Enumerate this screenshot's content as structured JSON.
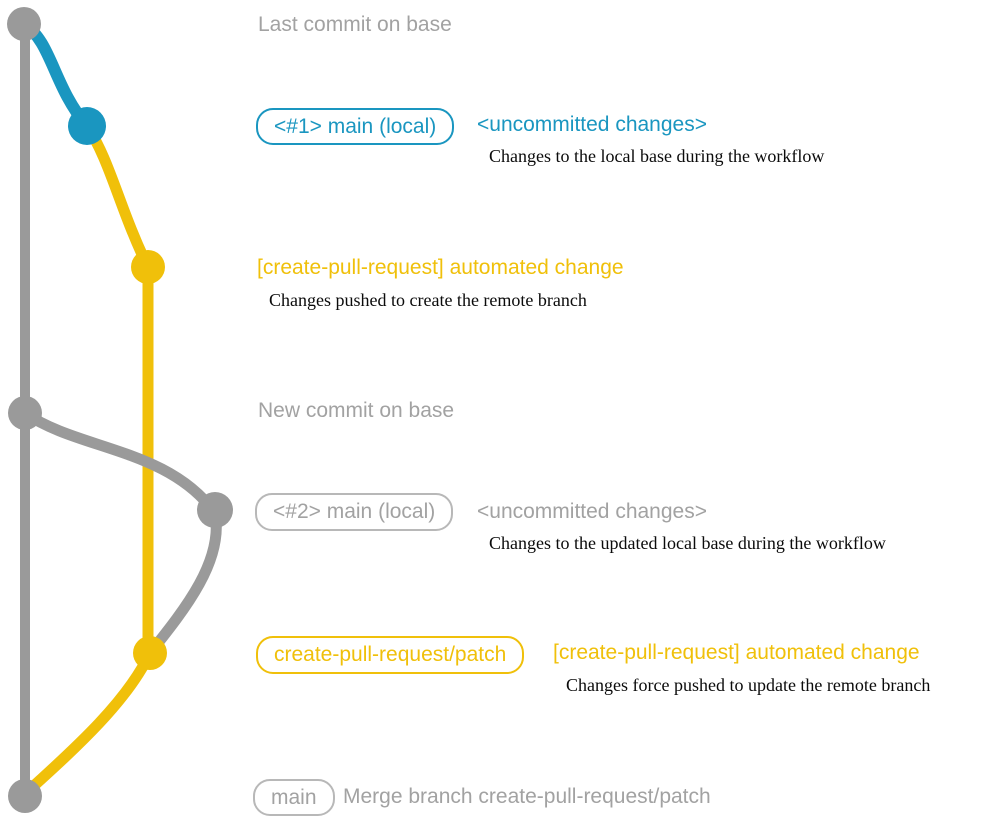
{
  "colors": {
    "base_gray": "#9a9a9a",
    "gray_text": "#a2a2a2",
    "gray_badge_border": "#b8b8b8",
    "teal": "#1a96c0",
    "yellow": "#f0c00a",
    "description_text": "#0b0b0b",
    "background": "#ffffff"
  },
  "graph": {
    "branches": [
      {
        "id": "base",
        "color": "#9a9a9a"
      },
      {
        "id": "main-local",
        "color": "#1a96c0"
      },
      {
        "id": "create-pull-request/patch",
        "color": "#f0c00a"
      }
    ],
    "commits": [
      {
        "id": "last-commit-on-base",
        "branch": "base",
        "color": "#9a9a9a"
      },
      {
        "id": "local-uncommitted-1",
        "branch": "main-local",
        "color": "#1a96c0"
      },
      {
        "id": "automated-change-1",
        "branch": "create-pull-request/patch",
        "color": "#f0c00a"
      },
      {
        "id": "new-commit-on-base",
        "branch": "base",
        "color": "#9a9a9a"
      },
      {
        "id": "local-uncommitted-2",
        "branch": "main-local",
        "color": "#9a9a9a"
      },
      {
        "id": "automated-change-2",
        "branch": "create-pull-request/patch",
        "color": "#f0c00a"
      },
      {
        "id": "merge-commit",
        "branch": "base",
        "color": "#9a9a9a"
      }
    ]
  },
  "rows": {
    "top": {
      "label": "Last commit on base"
    },
    "uncommitted1": {
      "badge": "<#1> main (local)",
      "title": "<uncommitted changes>",
      "description": "Changes to the local base during the workflow"
    },
    "push1": {
      "title": "[create-pull-request] automated change",
      "description": "Changes pushed to create the remote branch"
    },
    "new_base": {
      "label": "New commit on base"
    },
    "uncommitted2": {
      "badge": "<#2> main (local)",
      "title": "<uncommitted changes>",
      "description": "Changes to the updated local base during the workflow"
    },
    "push2": {
      "badge": "create-pull-request/patch",
      "title": "[create-pull-request] automated change",
      "description": "Changes force pushed to update the remote branch"
    },
    "merge": {
      "badge": "main",
      "label": "Merge branch create-pull-request/patch"
    }
  }
}
